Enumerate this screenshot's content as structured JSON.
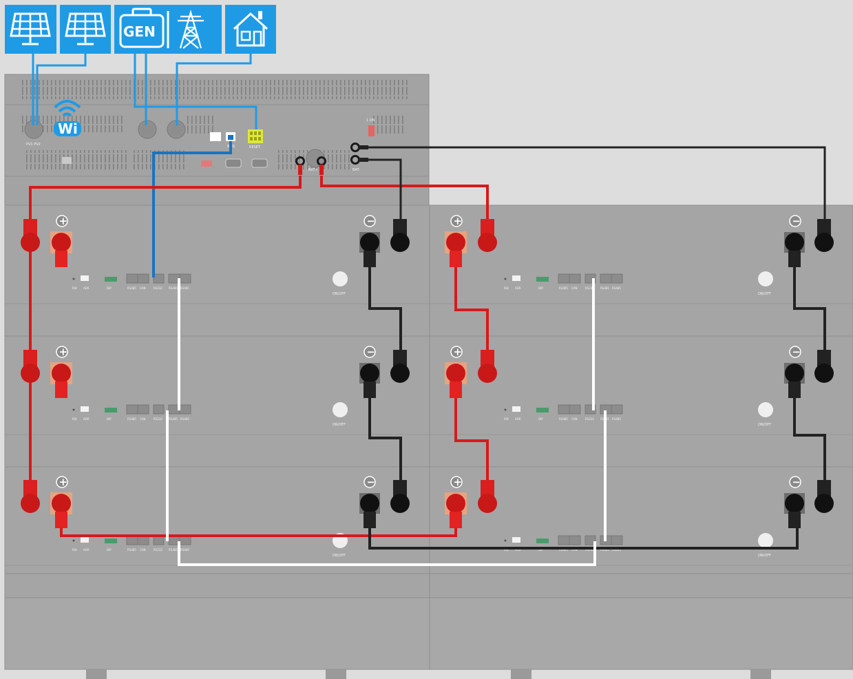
{
  "top_icons": [
    {
      "name": "solar-panel-1",
      "icon": "solar-panel-icon"
    },
    {
      "name": "solar-panel-2",
      "icon": "solar-panel-icon"
    },
    {
      "name": "generator-and-grid",
      "icon": "generator-icon",
      "icon2": "grid-tower-icon",
      "gen_label": "GEN"
    },
    {
      "name": "home-load",
      "icon": "house-icon"
    }
  ],
  "inverter": {
    "port_labels": {
      "pv1_pv2": "PV1 PV2",
      "bms": "BMS",
      "reset": "RESET",
      "batt_pos": "BAT+",
      "batt_neg": "BAT-",
      "on": "1 ON"
    }
  },
  "battery": {
    "plus_sign": "+",
    "minus_sign": "−",
    "switch_label": "ON/OFF",
    "port_labels": {
      "rs": "RSt",
      "adr": "ADR",
      "dip": "DIP",
      "rs485a": "RS485",
      "can": "CAN",
      "rs232": "RS232",
      "rs485b": "RS485",
      "rs485c": "RS485"
    },
    "modules_per_stack": 3,
    "stacks": 2
  },
  "colors": {
    "accent_blue": "#1f9be6",
    "wire_red": "#d61a1a",
    "wire_black": "#222222",
    "wire_white": "#ffffff",
    "wire_comm_blue": "#1874c2",
    "cabinet": "#a5a5a5",
    "background": "#dddddd"
  }
}
